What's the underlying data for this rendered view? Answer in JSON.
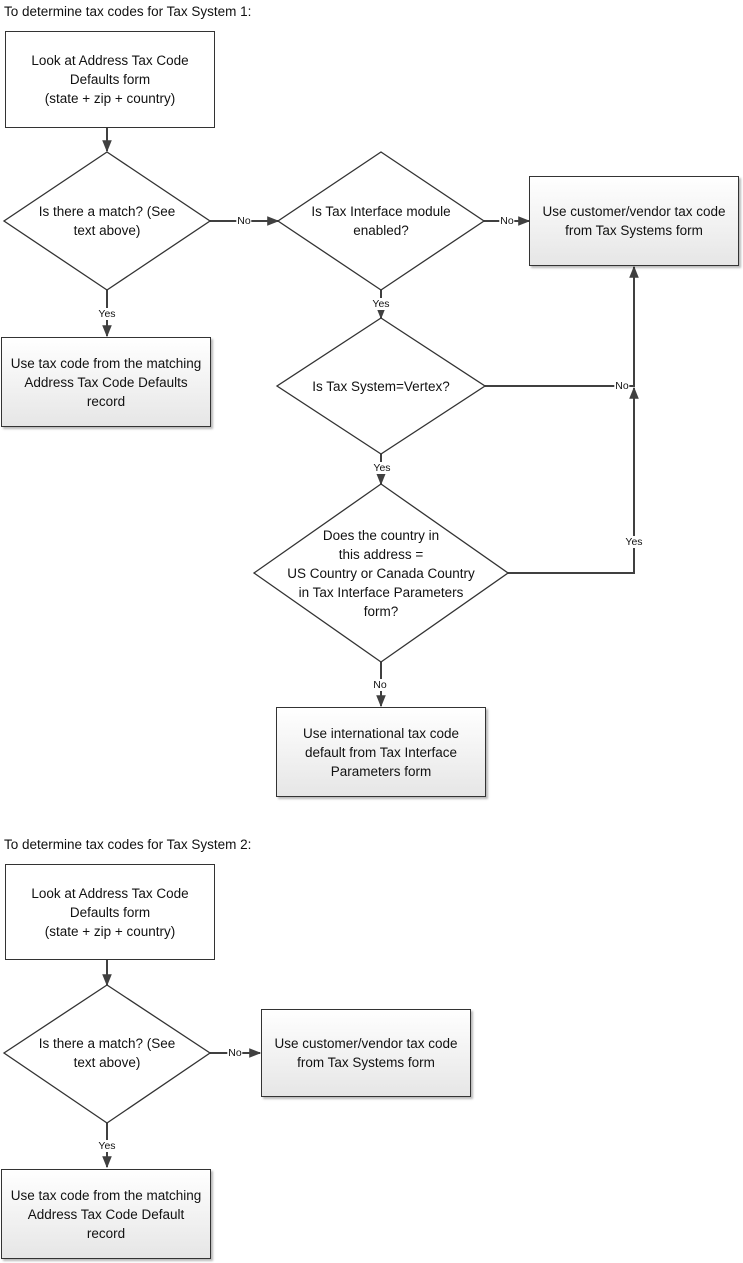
{
  "section1": {
    "heading": "To determine tax  codes for Tax System 1:",
    "start_box": "Look at Address Tax Code Defaults form\n(state + zip + country)",
    "decision_match": "Is there a match? (See text above)",
    "decision_module": "Is Tax Interface module enabled?",
    "box_customer_vendor": "Use customer/vendor tax code from Tax Systems form",
    "box_address_default": "Use tax code from the matching Address Tax Code Defaults record",
    "decision_vertex": "Is Tax System=Vertex?",
    "decision_country": "Does the country in\nthis address  =\nUS Country or Canada Country\nin Tax  Interface Parameters\nform?",
    "box_international": "Use international tax code default from Tax Interface Parameters form",
    "labels": {
      "match_no": "No",
      "match_yes": "Yes",
      "module_no": "No",
      "module_yes": "Yes",
      "vertex_no": "No",
      "vertex_yes": "Yes",
      "country_yes": "Yes",
      "country_no": "No"
    }
  },
  "section2": {
    "heading": "To determine tax  codes for Tax System 2:",
    "start_box": "Look at Address Tax Code Defaults form\n(state + zip + country)",
    "decision_match": "Is there a match? (See text above)",
    "box_customer_vendor": "Use customer/vendor tax code from Tax Systems form",
    "box_address_default": "Use tax code from the matching Address Tax Code Default record",
    "labels": {
      "match_no": "No",
      "match_yes": "Yes"
    }
  },
  "colors": {
    "line": "#404040",
    "box_border": "#333333",
    "box_fill_top": "#ffffff",
    "box_fill_bottom": "#e6e6e6"
  }
}
